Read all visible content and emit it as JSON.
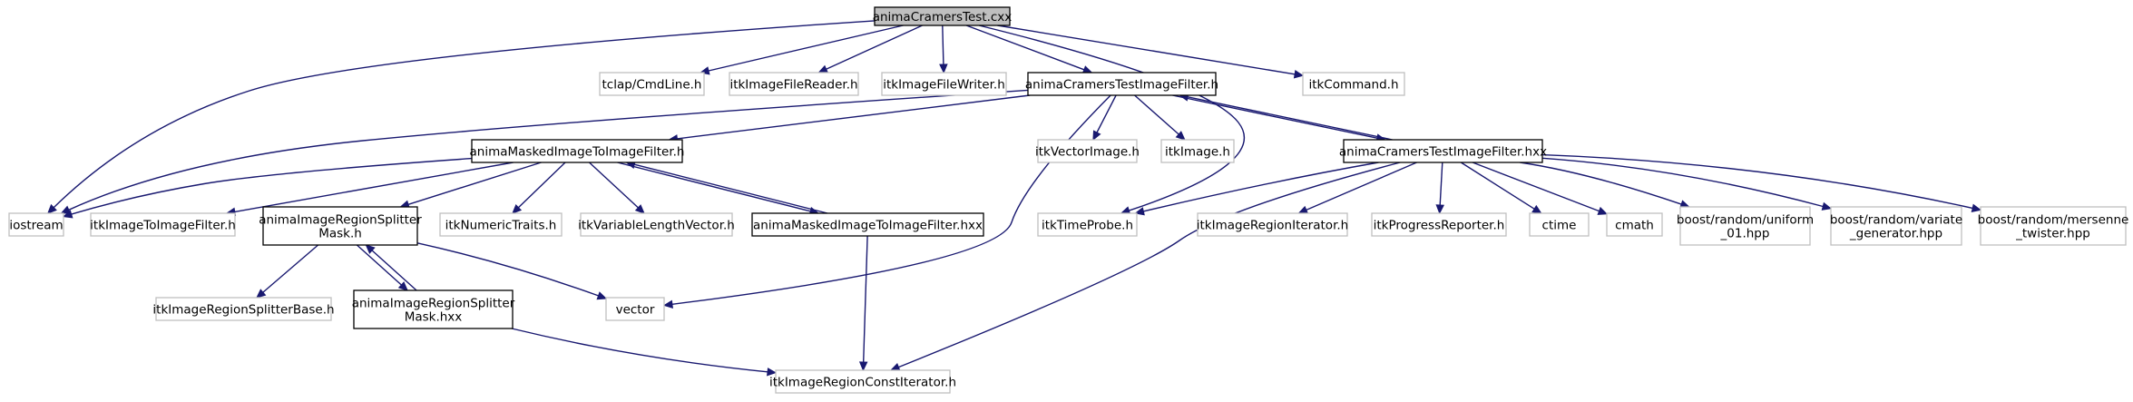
{
  "diagram": {
    "colors": {
      "edge": "#191970",
      "root_fill": "#bfbfbf",
      "box_border": "#000000",
      "external_border": "#bfbfbf"
    },
    "nodes": [
      {
        "id": "root",
        "lines": [
          "animaCramersTest.cxx"
        ],
        "style": "root"
      },
      {
        "id": "iostream",
        "lines": [
          "iostream"
        ],
        "style": "external"
      },
      {
        "id": "cmdline",
        "lines": [
          "tclap/CmdLine.h"
        ],
        "style": "external"
      },
      {
        "id": "reader",
        "lines": [
          "itkImageFileReader.h"
        ],
        "style": "external"
      },
      {
        "id": "writer",
        "lines": [
          "itkImageFileWriter.h"
        ],
        "style": "external"
      },
      {
        "id": "ctfh",
        "lines": [
          "animaCramersTestImageFilter.h"
        ],
        "style": "internal"
      },
      {
        "id": "itkcmd",
        "lines": [
          "itkCommand.h"
        ],
        "style": "external"
      },
      {
        "id": "masked",
        "lines": [
          "animaMaskedImageToImageFilter.h"
        ],
        "style": "internal"
      },
      {
        "id": "vecimg",
        "lines": [
          "itkVectorImage.h"
        ],
        "style": "external"
      },
      {
        "id": "itkimg",
        "lines": [
          "itkImage.h"
        ],
        "style": "external"
      },
      {
        "id": "ctfhxx",
        "lines": [
          "animaCramersTestImageFilter.hxx"
        ],
        "style": "internal"
      },
      {
        "id": "i2i",
        "lines": [
          "itkImageToImageFilter.h"
        ],
        "style": "external"
      },
      {
        "id": "splitterh",
        "lines": [
          "animaImageRegionSplitter",
          "Mask.h"
        ],
        "style": "internal"
      },
      {
        "id": "numtraits",
        "lines": [
          "itkNumericTraits.h"
        ],
        "style": "external"
      },
      {
        "id": "varlen",
        "lines": [
          "itkVariableLengthVector.h"
        ],
        "style": "external"
      },
      {
        "id": "maskedhxx",
        "lines": [
          "animaMaskedImageToImageFilter.hxx"
        ],
        "style": "internal"
      },
      {
        "id": "timeprobe",
        "lines": [
          "itkTimeProbe.h"
        ],
        "style": "external"
      },
      {
        "id": "regioniter",
        "lines": [
          "itkImageRegionIterator.h"
        ],
        "style": "external"
      },
      {
        "id": "progress",
        "lines": [
          "itkProgressReporter.h"
        ],
        "style": "external"
      },
      {
        "id": "ctime",
        "lines": [
          "ctime"
        ],
        "style": "external"
      },
      {
        "id": "cmath",
        "lines": [
          "cmath"
        ],
        "style": "external"
      },
      {
        "id": "uniform",
        "lines": [
          "boost/random/uniform",
          "_01.hpp"
        ],
        "style": "external"
      },
      {
        "id": "variate",
        "lines": [
          "boost/random/variate",
          "_generator.hpp"
        ],
        "style": "external"
      },
      {
        "id": "mersenne",
        "lines": [
          "boost/random/mersenne",
          "_twister.hpp"
        ],
        "style": "external"
      },
      {
        "id": "splitterbase",
        "lines": [
          "itkImageRegionSplitterBase.h"
        ],
        "style": "external"
      },
      {
        "id": "splitterhxx",
        "lines": [
          "animaImageRegionSplitter",
          "Mask.hxx"
        ],
        "style": "internal"
      },
      {
        "id": "vector",
        "lines": [
          "vector"
        ],
        "style": "external"
      },
      {
        "id": "constiter",
        "lines": [
          "itkImageRegionConstIterator.h"
        ],
        "style": "external"
      }
    ],
    "edges": [
      {
        "from": "root",
        "to": "iostream"
      },
      {
        "from": "root",
        "to": "cmdline"
      },
      {
        "from": "root",
        "to": "reader"
      },
      {
        "from": "root",
        "to": "writer"
      },
      {
        "from": "root",
        "to": "ctfh"
      },
      {
        "from": "root",
        "to": "itkcmd"
      },
      {
        "from": "root",
        "to": "timeprobe"
      },
      {
        "from": "ctfh",
        "to": "iostream"
      },
      {
        "from": "ctfh",
        "to": "masked"
      },
      {
        "from": "ctfh",
        "to": "vecimg"
      },
      {
        "from": "ctfh",
        "to": "itkimg"
      },
      {
        "from": "ctfh",
        "to": "ctfhxx"
      },
      {
        "from": "ctfh",
        "to": "vector"
      },
      {
        "from": "masked",
        "to": "iostream"
      },
      {
        "from": "masked",
        "to": "i2i"
      },
      {
        "from": "masked",
        "to": "splitterh"
      },
      {
        "from": "masked",
        "to": "numtraits"
      },
      {
        "from": "masked",
        "to": "varlen"
      },
      {
        "from": "masked",
        "to": "maskedhxx"
      },
      {
        "from": "maskedhxx",
        "to": "masked"
      },
      {
        "from": "maskedhxx",
        "to": "constiter"
      },
      {
        "from": "ctfhxx",
        "to": "ctfh"
      },
      {
        "from": "ctfhxx",
        "to": "timeprobe"
      },
      {
        "from": "ctfhxx",
        "to": "regioniter"
      },
      {
        "from": "ctfhxx",
        "to": "progress"
      },
      {
        "from": "ctfhxx",
        "to": "ctime"
      },
      {
        "from": "ctfhxx",
        "to": "cmath"
      },
      {
        "from": "ctfhxx",
        "to": "uniform"
      },
      {
        "from": "ctfhxx",
        "to": "variate"
      },
      {
        "from": "ctfhxx",
        "to": "mersenne"
      },
      {
        "from": "ctfhxx",
        "to": "constiter"
      },
      {
        "from": "splitterh",
        "to": "splitterbase"
      },
      {
        "from": "splitterh",
        "to": "splitterhxx"
      },
      {
        "from": "splitterh",
        "to": "vector"
      },
      {
        "from": "splitterhxx",
        "to": "splitterh"
      },
      {
        "from": "splitterhxx",
        "to": "constiter"
      }
    ]
  }
}
